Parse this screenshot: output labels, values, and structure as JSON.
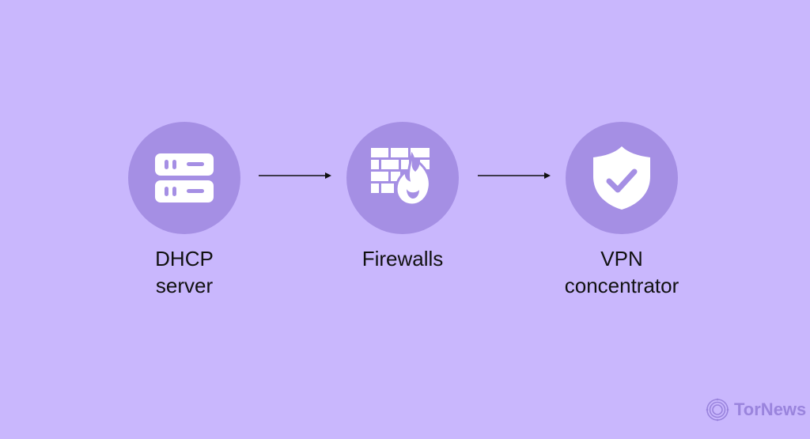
{
  "colors": {
    "background": "#c9b7fd",
    "circle": "#a58fe4",
    "icon": "#ffffff",
    "text": "#111111",
    "arrow": "#111111",
    "brand": "#9a84dd"
  },
  "steps": [
    {
      "label_line1": "DHCP",
      "label_line2": "server",
      "icon": "server-icon"
    },
    {
      "label_line1": "Firewalls",
      "label_line2": "",
      "icon": "firewall-icon"
    },
    {
      "label_line1": "VPN",
      "label_line2": "concentrator",
      "icon": "shield-check-icon"
    }
  ],
  "brand": {
    "name": "TorNews",
    "icon": "tornews-logo-icon"
  }
}
